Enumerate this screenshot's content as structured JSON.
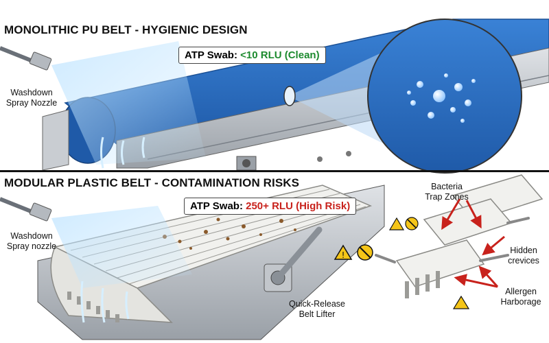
{
  "top_panel": {
    "title": "MONOLITHIC PU BELT - HYGIENIC DESIGN",
    "nozzle_label_line1": "Washdown",
    "nozzle_label_line2": "Spray Nozzle",
    "atp_prefix": "ATP Swab: ",
    "atp_value": "<10 RLU (Clean)"
  },
  "bottom_panel": {
    "title": "MODULAR PLASTIC BELT - CONTAMINATION RISKS",
    "nozzle_label_line1": "Washdown",
    "nozzle_label_line2": "Spray nozzle",
    "atp_prefix": "ATP Swab: ",
    "atp_value": "250+ RLU (High Risk)",
    "lifter_label_line1": "Quick-Release",
    "lifter_label_line2": "Belt Lifter",
    "bacteria_label_line1": "Bacteria",
    "bacteria_label_line2": "Trap Zones",
    "crevices_label_line1": "Hidden",
    "crevices_label_line2": "crevices",
    "allergen_label_line1": "Allergen",
    "allergen_label_line2": "Harborage"
  },
  "colors": {
    "belt_blue": "#2a6fc4",
    "frame_gray": "#b9bec4",
    "clean_green": "#1c8a2e",
    "risk_red": "#c8221c",
    "warning_yellow": "#f5c518"
  }
}
